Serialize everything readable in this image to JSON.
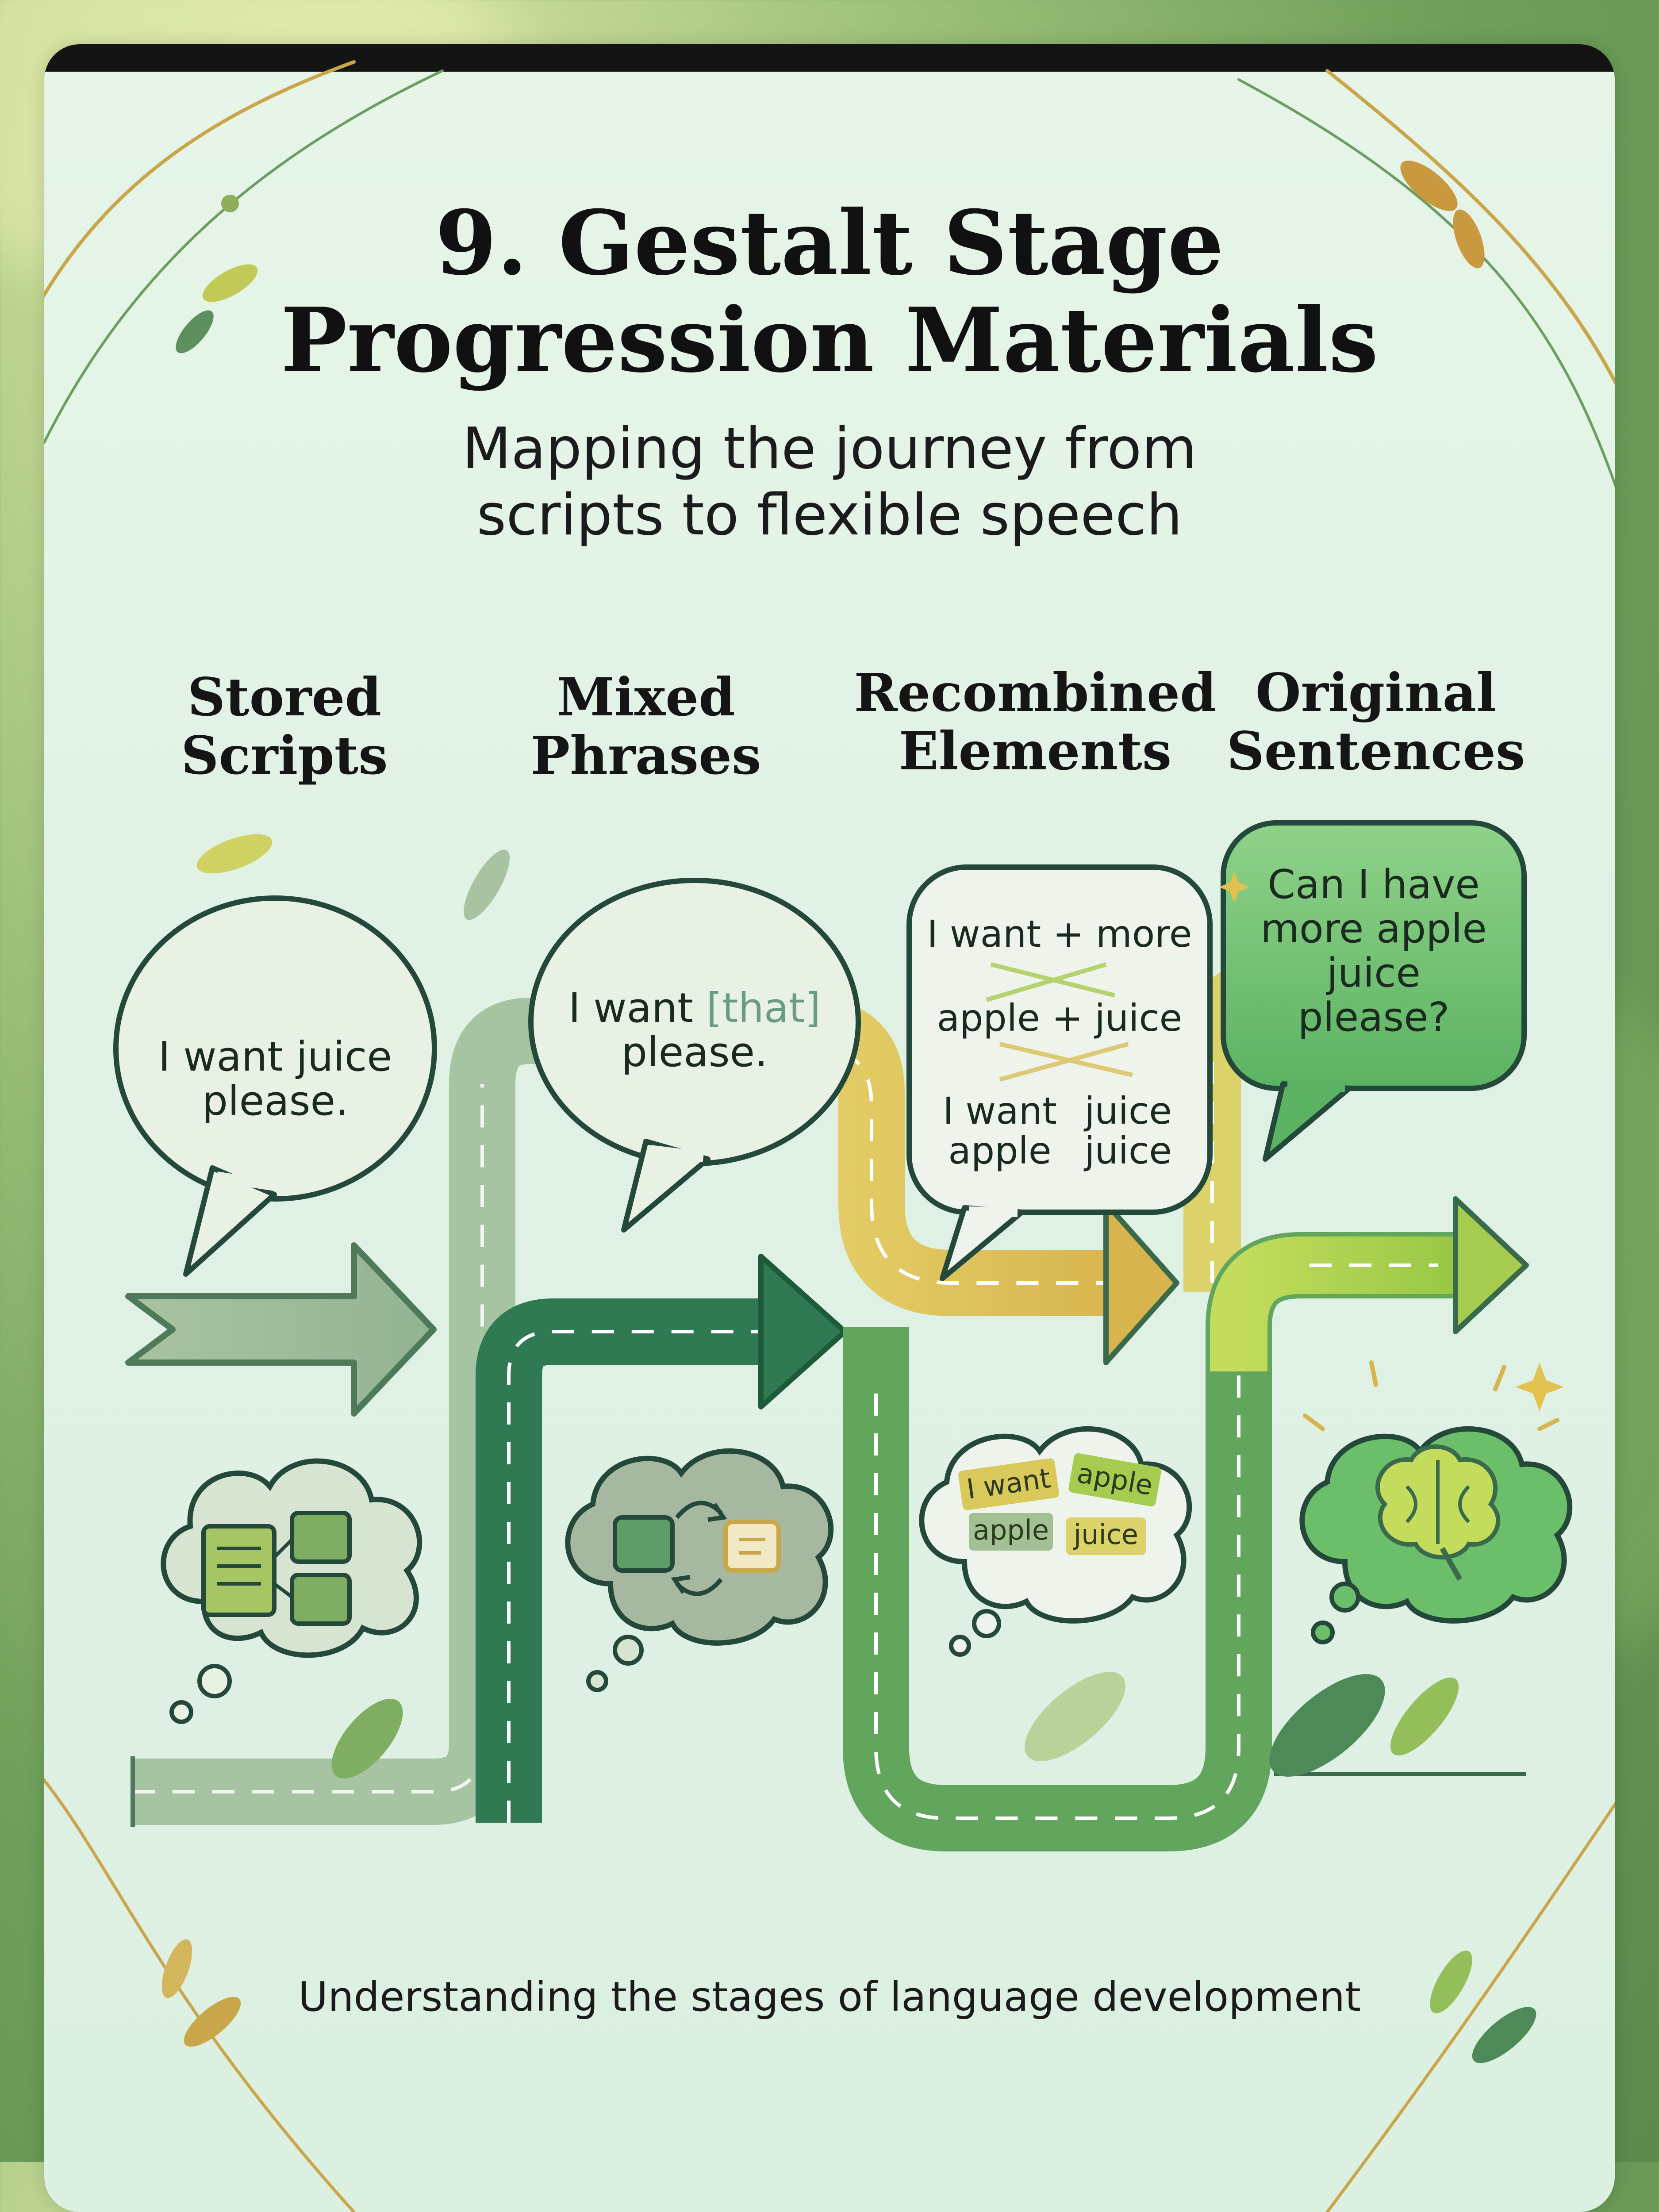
{
  "header": {
    "title_line1": "9. Gestalt Stage",
    "title_line2": "Progression Materials",
    "subtitle_line1": "Mapping the journey from",
    "subtitle_line2": "scripts to flexible speech"
  },
  "stages": [
    {
      "label_line1": "Stored",
      "label_line2": "Scripts",
      "bubble_line1": "I want juice",
      "bubble_line2": "please."
    },
    {
      "label_line1": "Mixed",
      "label_line2": "Phrases",
      "bubble_line1_a": "I want ",
      "bubble_line1_b": "[that]",
      "bubble_line2": "please."
    },
    {
      "label_line1": "Recombined",
      "label_line2": "Elements",
      "bubble_row1": "I want + more",
      "bubble_row2": "apple + juice",
      "bubble_row3_left": "I want",
      "bubble_row3_right": "juice",
      "bubble_row4_left": "apple",
      "bubble_row4_right": "juice",
      "chips": [
        "I want",
        "apple",
        "apple",
        "juice"
      ]
    },
    {
      "label_line1": "Original",
      "label_line2": "Sentences",
      "bubble_line1": "Can I have",
      "bubble_line2": "more apple",
      "bubble_line3": "juice",
      "bubble_line4": "please?"
    }
  ],
  "footer": "Understanding the stages of language development",
  "colors": {
    "sage": "#9bb89a",
    "dark_green": "#2f7a52",
    "gold": "#d9bf55",
    "lime": "#a6cc4f",
    "bright_green": "#6cbf6a",
    "accent_teal": "#6a9c84"
  },
  "icons": [
    "script-cards-icon",
    "swap-cycle-icon",
    "word-chips-icon",
    "brain-icon",
    "leaf-icon",
    "sparkle-icon"
  ]
}
